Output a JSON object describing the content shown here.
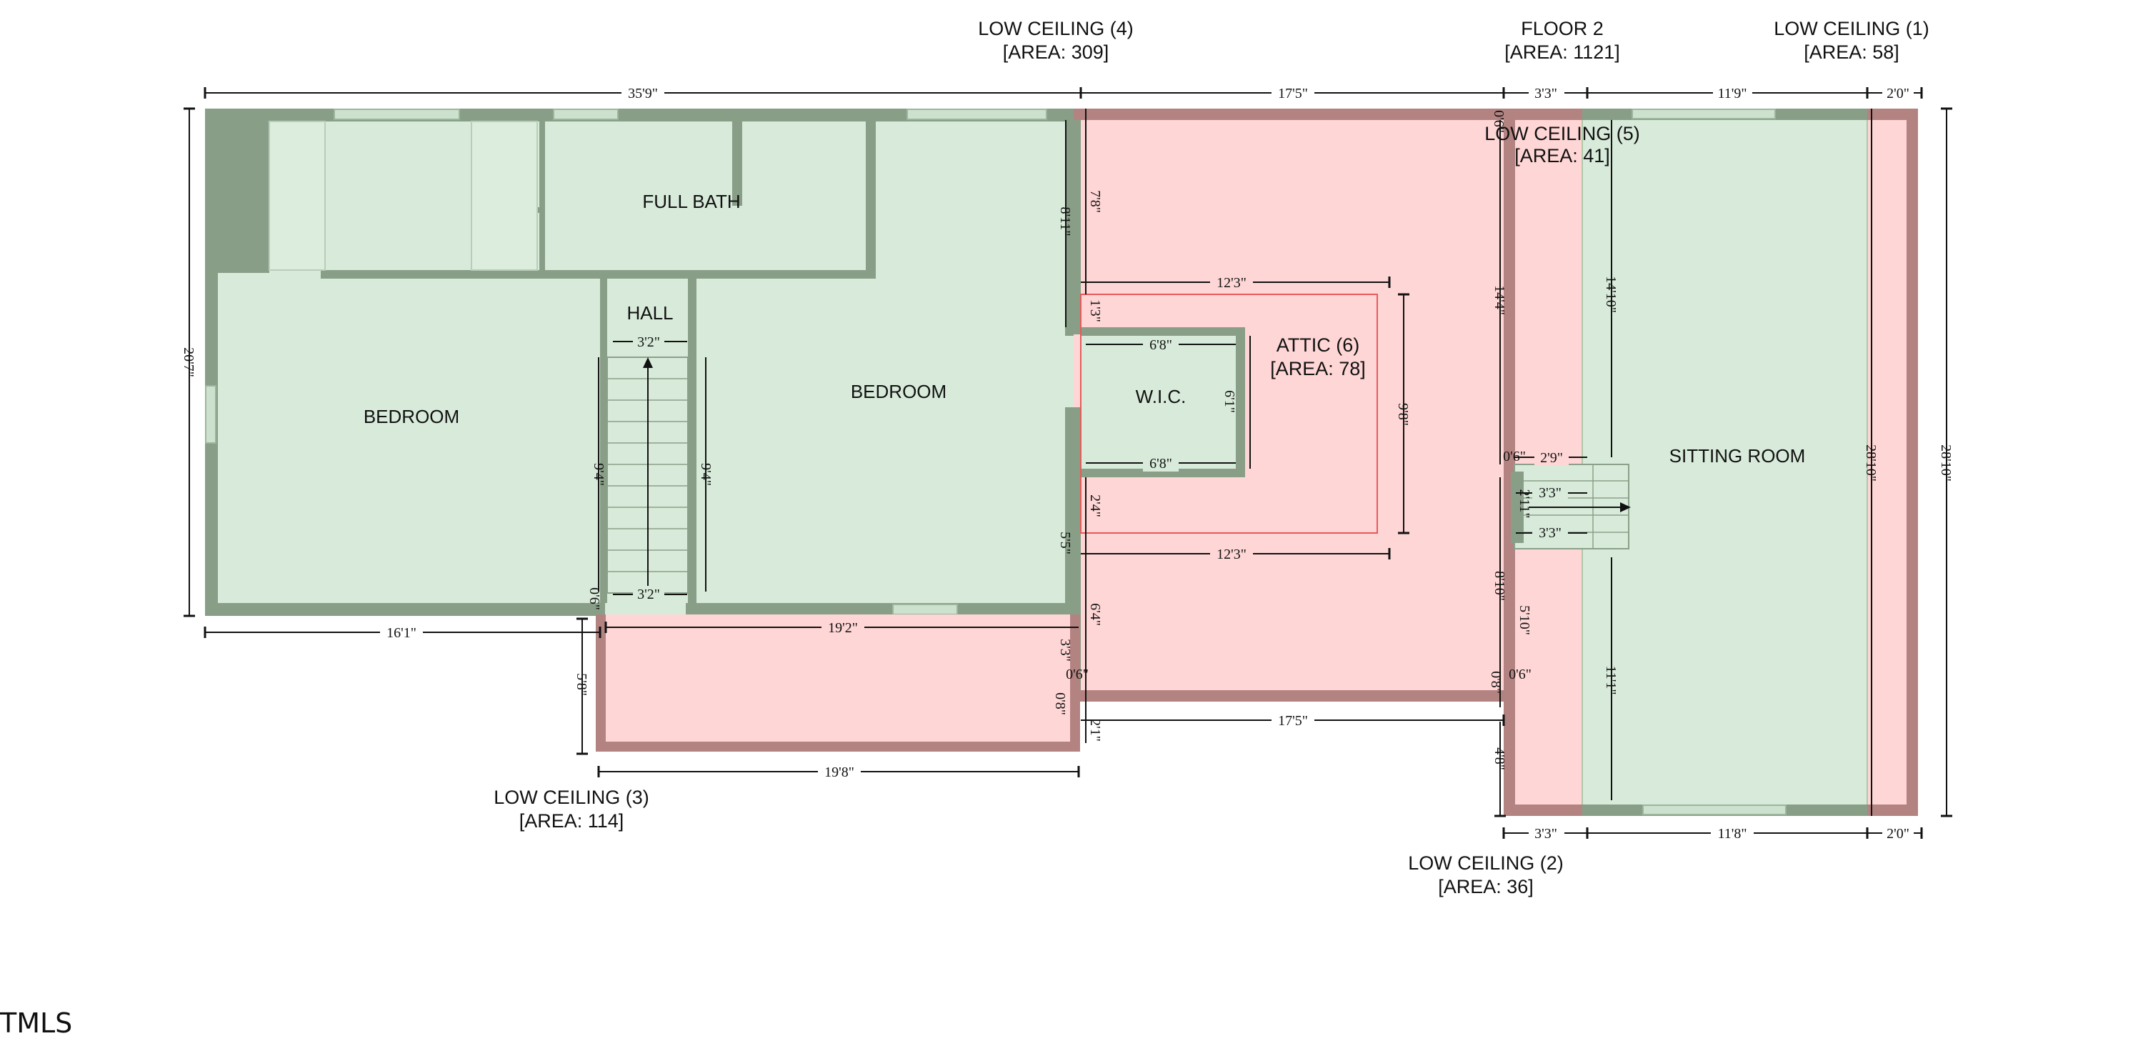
{
  "colors": {
    "wall": "#889e86",
    "room_fill": "#d8ebda",
    "low_ceiling_fill": "#ffd6d6",
    "low_ceiling_wall": "#b38382",
    "attic_outline": "#e85a5a",
    "window": "#cde2ce"
  },
  "areas": {
    "low_ceiling_4": {
      "name": "LOW CEILING (4)",
      "area": "[AREA: 309]"
    },
    "floor_2": {
      "name": "FLOOR 2",
      "area": "[AREA: 1121]"
    },
    "low_ceiling_1": {
      "name": "LOW CEILING (1)",
      "area": "[AREA: 58]"
    },
    "low_ceiling_5": {
      "name": "LOW CEILING (5)",
      "area": "[AREA: 41]"
    },
    "attic_6": {
      "name": "ATTIC (6)",
      "area": "[AREA: 78]"
    },
    "low_ceiling_3": {
      "name": "LOW CEILING (3)",
      "area": "[AREA: 114]"
    },
    "low_ceiling_2": {
      "name": "LOW CEILING (2)",
      "area": "[AREA: 36]"
    }
  },
  "rooms": {
    "full_bath": "FULL BATH",
    "hall": "HALL",
    "bedroom_left": "BEDROOM",
    "bedroom_center": "BEDROOM",
    "wic": "W.I.C.",
    "sitting_room": "SITTING ROOM"
  },
  "dimensions": {
    "top_overall": "35'9\"",
    "top_mid": "17'5\"",
    "top_a": "3'3\"",
    "top_b": "11'9\"",
    "top_c": "2'0\"",
    "left_height": "20'7\"",
    "bottom_left": "16'1\"",
    "stair_top": "3'2\"",
    "stair_bottom": "3'2\"",
    "stair_left": "9'4\"",
    "stair_right": "9'4\"",
    "stair_corner": "0'6\"",
    "bath_right": "8'11\"",
    "lc4_left": "7'8\"",
    "lc4_inner": "1'3\"",
    "attic_top": "12'3\"",
    "attic_bottom": "12'3\"",
    "attic_right": "9'8\"",
    "wic_top": "6'8\"",
    "wic_bottom": "6'8\"",
    "wic_right": "6'1\"",
    "lc4_a": "2'4\"",
    "lc4_b": "5'5\"",
    "lc4_c": "6'4\"",
    "lc4_d": "3'3\"",
    "lc4_e": "0'6\"",
    "lc4_f": "0'8\"",
    "lc4_g": "2'1\"",
    "lc4_bottom": "17'5\"",
    "lc3_top": "19'2\"",
    "lc3_bottom": "19'8\"",
    "lc3_left": "5'8\"",
    "right_low_6_top": "0'6\"",
    "right_14_4": "14'4\"",
    "right_14_10": "14'10\"",
    "right_0_6b": "0'6\"",
    "right_2_9": "2'9\"",
    "right_3_3a": "3'3\"",
    "right_3_3b": "3'3\"",
    "right_2_11": "2'11\"",
    "right_8_10": "8'10\"",
    "right_5_10": "5'10\"",
    "right_0_6c": "0'6\"",
    "right_0_8": "0'8\"",
    "right_11_1": "11'1\"",
    "right_4_8": "4'8\"",
    "sitting_inner": "28'10\"",
    "sitting_outer": "28'10\"",
    "bottom_a": "3'3\"",
    "bottom_b": "11'8\"",
    "bottom_c": "2'0\""
  },
  "brand": "TMLS"
}
